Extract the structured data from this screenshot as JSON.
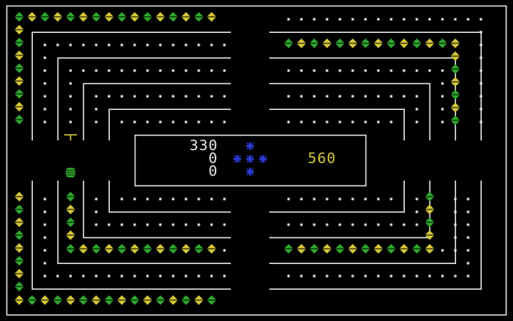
{
  "game": {
    "scores": [
      "330",
      "0",
      "0"
    ],
    "high_score": "560",
    "pieces": {
      "player": "green-blob-icon",
      "enemy": "blue-star-cluster-icon",
      "marker": "t-marker-icon",
      "pellet": "dot-pellet",
      "gem": "diamond-gem-icon"
    }
  },
  "colors": {
    "background": "#000000",
    "walls": "#e6e6e6",
    "pellets": "#e6e6e6",
    "gem_green": "#2faa2f",
    "gem_yellow": "#d6c93a",
    "enemy_blue": "#2a3bd6",
    "player_green": "#2faa2f",
    "score_white": "#e6e6e6",
    "high_score_yellow": "#d6c93a",
    "marker_yellow": "#d6c93a"
  }
}
